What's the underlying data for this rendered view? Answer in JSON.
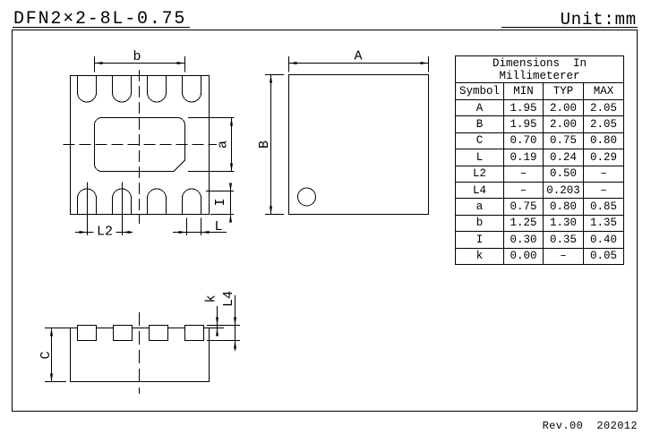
{
  "header": {
    "title": "DFN2×2-8L-0.75",
    "unit": "Unit:mm"
  },
  "footer": {
    "revision": "Rev.00  202012"
  },
  "table": {
    "title_line1": "Dimensions  In",
    "title_line2": "Millimeterer",
    "columns": {
      "symbol": "Symbol",
      "min": "MIN",
      "typ": "TYP",
      "max": "MAX"
    },
    "rows": [
      {
        "symbol": "A",
        "min": "1.95",
        "typ": "2.00",
        "max": "2.05"
      },
      {
        "symbol": "B",
        "min": "1.95",
        "typ": "2.00",
        "max": "2.05"
      },
      {
        "symbol": "C",
        "min": "0.70",
        "typ": "0.75",
        "max": "0.80"
      },
      {
        "symbol": "L",
        "min": "0.19",
        "typ": "0.24",
        "max": "0.29"
      },
      {
        "symbol": "L2",
        "min": "–",
        "typ": "0.50",
        "max": "–"
      },
      {
        "symbol": "L4",
        "min": "–",
        "typ": "0.203",
        "max": "–"
      },
      {
        "symbol": "a",
        "min": "0.75",
        "typ": "0.80",
        "max": "0.85"
      },
      {
        "symbol": "b",
        "min": "1.25",
        "typ": "1.30",
        "max": "1.35"
      },
      {
        "symbol": "I",
        "min": "0.30",
        "typ": "0.35",
        "max": "0.40"
      },
      {
        "symbol": "k",
        "min": "0.00",
        "typ": "–",
        "max": "0.05"
      }
    ]
  },
  "dims": {
    "b": "b",
    "a": "a",
    "l2": "L2",
    "l": "L",
    "i": "I",
    "A": "A",
    "B": "B",
    "C": "C",
    "k": "k",
    "l4": "L4"
  }
}
